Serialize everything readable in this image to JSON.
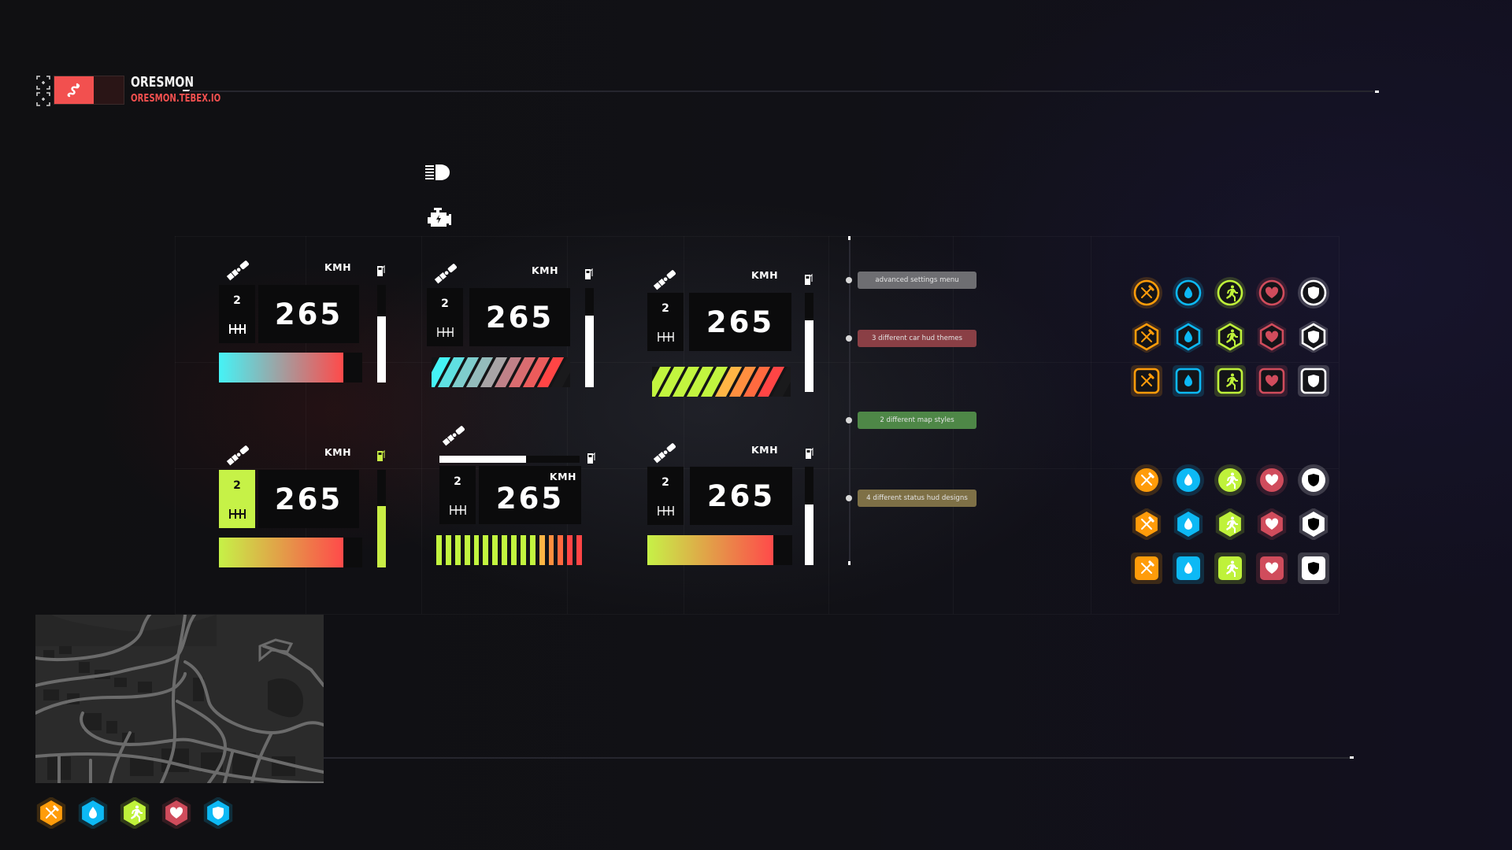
{
  "header": {
    "brand_name": "ORESMON",
    "brand_url": "ORESMON.TEBEX.IO",
    "logo_color": "#f2504f"
  },
  "top_icons": [
    {
      "name": "headlight-icon"
    },
    {
      "name": "engine-warning-icon"
    }
  ],
  "vehicle_huds": [
    {
      "id": "hud-1",
      "theme": "gradient-bar",
      "gear": "2",
      "speed": "265",
      "unit": "KMH",
      "rpm_percent": 87,
      "fuel_percent": 68,
      "rpm_gradient": [
        "#45f3f6",
        "#ff4a4a"
      ],
      "fuel_color": "#ffffff",
      "gear_highlight": false
    },
    {
      "id": "hud-2",
      "theme": "slanted-stripes",
      "gear": "2",
      "speed": "265",
      "unit": "KMH",
      "rpm_segments": 9,
      "fuel_percent": 72,
      "rpm_colors": [
        "#45f3f6",
        "#5fe0e2",
        "#7fcdcd",
        "#94bcbc",
        "#a8a4a6",
        "#c08188",
        "#d96c70",
        "#ec5b5b",
        "#ff4545"
      ],
      "fuel_color": "#ffffff"
    },
    {
      "id": "hud-3",
      "theme": "slanted-stripes",
      "gear": "2",
      "speed": "265",
      "unit": "KMH",
      "rpm_segments": 9,
      "fuel_percent": 72,
      "rpm_colors": [
        "#c2f53f",
        "#c2f53f",
        "#c2f53f",
        "#c2f53f",
        "#c2f53f",
        "#ffb545",
        "#ff8f3f",
        "#ff6a3f",
        "#ff4545"
      ],
      "fuel_color": "#ffffff"
    },
    {
      "id": "hud-4",
      "theme": "gradient-bar",
      "gear": "2",
      "speed": "265",
      "unit": "KMH",
      "rpm_percent": 87,
      "fuel_percent": 60,
      "rpm_gradient": [
        "#c6f247",
        "#ff4a4a"
      ],
      "fuel_color": "#c9ee45",
      "gear_highlight": true,
      "gear_highlight_color": "#c6f247"
    },
    {
      "id": "hud-5",
      "theme": "vertical-ticks",
      "gear": "2",
      "speed": "265",
      "unit": "KMH",
      "rpm_segments": 16,
      "fuel_percent": 62,
      "rpm_colors": [
        "#c2f53f",
        "#c2f53f",
        "#c2f53f",
        "#c2f53f",
        "#c2f53f",
        "#c2f53f",
        "#c2f53f",
        "#c2f53f",
        "#c2f53f",
        "#c2f53f",
        "#c2f53f",
        "#ffb545",
        "#ff8f3f",
        "#ff6a3f",
        "#ff4545",
        "#ff4545"
      ],
      "fuel_color": "#ffffff"
    },
    {
      "id": "hud-6",
      "theme": "gradient-bar",
      "gear": "2",
      "speed": "265",
      "unit": "KMH",
      "rpm_percent": 87,
      "fuel_percent": 62,
      "rpm_gradient": [
        "#c6f247",
        "#ff4a4a"
      ],
      "fuel_color": "#ffffff",
      "gear_highlight": false
    }
  ],
  "features": [
    {
      "label": "advanced settings menu",
      "color": "#6e6e72"
    },
    {
      "label": "3 different car hud themes",
      "color": "#8a3f45"
    },
    {
      "label": "2 different map styles",
      "color": "#4e8747"
    },
    {
      "label": "4 different status hud designs",
      "color": "#7e7046"
    }
  ],
  "status_colors": {
    "hunger": "#ff9c0a",
    "thirst": "#0db9f5",
    "stamina": "#bff23a",
    "health": "#d04c5c",
    "armor": "#ffffff"
  },
  "status_sets": [
    {
      "shape": "circle",
      "style": "outline"
    },
    {
      "shape": "hexagon",
      "style": "outline"
    },
    {
      "shape": "square",
      "style": "outline"
    },
    {
      "shape": "circle",
      "style": "filled"
    },
    {
      "shape": "hexagon",
      "style": "filled"
    },
    {
      "shape": "square",
      "style": "filled"
    }
  ],
  "status_items": [
    "hunger",
    "thirst",
    "stamina",
    "health",
    "armor"
  ],
  "bottom_status": [
    {
      "type": "hunger",
      "color": "#ff9c0a",
      "icon": "fork-knife-icon"
    },
    {
      "type": "thirst",
      "color": "#0db9f5",
      "icon": "water-drop-icon"
    },
    {
      "type": "stamina",
      "color": "#bff23a",
      "icon": "running-person-icon"
    },
    {
      "type": "health",
      "color": "#d04c5c",
      "icon": "heart-icon"
    },
    {
      "type": "armor",
      "color": "#0db9f5",
      "icon": "shield-icon"
    }
  ]
}
